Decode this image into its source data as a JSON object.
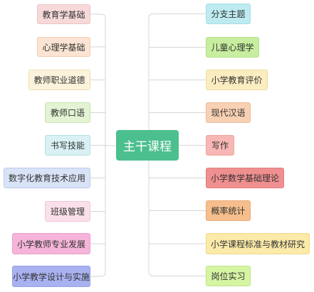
{
  "center": {
    "label": "主干课程",
    "color": "#4cbf8f"
  },
  "left_nodes": [
    {
      "label": "教育学基础",
      "bg": "#f7d9d9",
      "border": "#ecc3c3"
    },
    {
      "label": "心理学基础",
      "bg": "#fbe4d3",
      "border": "#f1cdb2"
    },
    {
      "label": "教师职业道德",
      "bg": "#fbf3dc",
      "border": "#ecdfb4"
    },
    {
      "label": "教师口语",
      "bg": "#e3f3d3",
      "border": "#c9e3b1"
    },
    {
      "label": "书写技能",
      "bg": "#d9f1f4",
      "border": "#b7dde3"
    },
    {
      "label": "数字化教育技术应用",
      "bg": "#d9e3f7",
      "border": "#bccbea"
    },
    {
      "label": "班级管理",
      "bg": "#fae0ea",
      "border": "#efc6d5"
    },
    {
      "label": "小学教师专业发展",
      "bg": "#f5b4d9",
      "border": "#eda1cb"
    },
    {
      "label": "小学教学设计与实施",
      "bg": "#a8b2f0",
      "border": "#97a1e4"
    }
  ],
  "right_nodes": [
    {
      "label": "分支主题",
      "bg": "#bdebf1",
      "border": "#a6dde5"
    },
    {
      "label": "儿童心理学",
      "bg": "#c7ee9e",
      "border": "#b4df88"
    },
    {
      "label": "小学教育评价",
      "bg": "#fbedc0",
      "border": "#ecdba0"
    },
    {
      "label": "现代汉语",
      "bg": "#f8d0b3",
      "border": "#ecbd9c"
    },
    {
      "label": "写作",
      "bg": "#f7b7b4",
      "border": "#eca5a2"
    },
    {
      "label": "小学数学基础理论",
      "bg": "#f08f8f",
      "border": "#e27d7d"
    },
    {
      "label": "概率统计",
      "bg": "#f5be8c",
      "border": "#e8ab76"
    },
    {
      "label": "小学课程标准与教材研究",
      "bg": "#fbeaa8",
      "border": "#ecd98d"
    },
    {
      "label": "岗位实习",
      "bg": "#d6f5a3",
      "border": "#c0e38a"
    }
  ],
  "line_color": "#d6d6d6"
}
